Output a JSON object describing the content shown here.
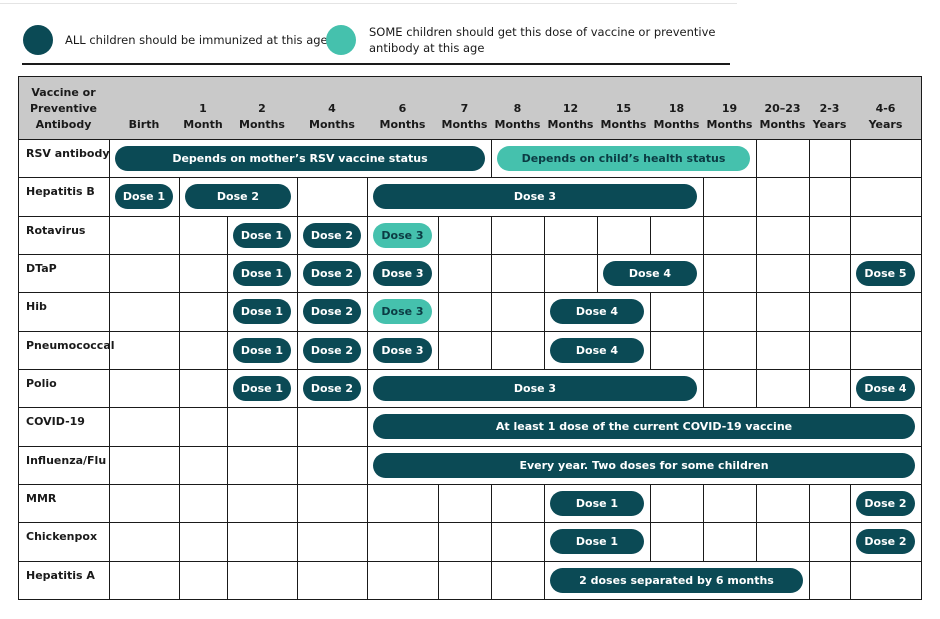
{
  "legend": {
    "all": {
      "text": "ALL children should be immunized at this age.",
      "color": "#0b4a55"
    },
    "some": {
      "text_line1": "SOME children should get this dose of vaccine or preventive",
      "text_line2": "antibody at this age",
      "color": "#45c1ad"
    }
  },
  "header": {
    "first_col": [
      "Vaccine or",
      "Preventive",
      "Antibody"
    ],
    "columns": [
      [
        "Birth"
      ],
      [
        "1",
        "Month"
      ],
      [
        "2",
        "Months"
      ],
      [
        "4",
        "Months"
      ],
      [
        "6",
        "Months"
      ],
      [
        "7",
        "Months"
      ],
      [
        "8",
        "Months"
      ],
      [
        "12",
        "Months"
      ],
      [
        "15",
        "Months"
      ],
      [
        "18",
        "Months"
      ],
      [
        "19",
        "Months"
      ],
      [
        "20–23",
        "Months"
      ],
      [
        "2-3",
        "Years"
      ],
      [
        "4-6",
        "Years"
      ]
    ]
  },
  "rows": [
    {
      "name": "RSV antibody",
      "pills": [
        {
          "label": "Depends on mother’s RSV vaccine status",
          "type": "all",
          "start": 0,
          "end": 5
        },
        {
          "label": "Depends on child’s health status",
          "type": "some",
          "start": 6,
          "end": 10
        }
      ]
    },
    {
      "name": "Hepatitis B",
      "pills": [
        {
          "label": "Dose 1",
          "type": "all",
          "start": 0,
          "end": 0
        },
        {
          "label": "Dose 2",
          "type": "all",
          "start": 1,
          "end": 2
        },
        {
          "label": "Dose 3",
          "type": "all",
          "start": 4,
          "end": 9
        }
      ]
    },
    {
      "name": "Rotavirus",
      "pills": [
        {
          "label": "Dose 1",
          "type": "all",
          "start": 2,
          "end": 2
        },
        {
          "label": "Dose 2",
          "type": "all",
          "start": 3,
          "end": 3
        },
        {
          "label": "Dose 3",
          "type": "some",
          "start": 4,
          "end": 4
        }
      ]
    },
    {
      "name": "DTaP",
      "pills": [
        {
          "label": "Dose 1",
          "type": "all",
          "start": 2,
          "end": 2
        },
        {
          "label": "Dose 2",
          "type": "all",
          "start": 3,
          "end": 3
        },
        {
          "label": "Dose 3",
          "type": "all",
          "start": 4,
          "end": 4
        },
        {
          "label": "Dose 4",
          "type": "all",
          "start": 8,
          "end": 9
        },
        {
          "label": "Dose 5",
          "type": "all",
          "start": 13,
          "end": 13
        }
      ]
    },
    {
      "name": "Hib",
      "pills": [
        {
          "label": "Dose 1",
          "type": "all",
          "start": 2,
          "end": 2
        },
        {
          "label": "Dose 2",
          "type": "all",
          "start": 3,
          "end": 3
        },
        {
          "label": "Dose 3",
          "type": "some",
          "start": 4,
          "end": 4
        },
        {
          "label": "Dose 4",
          "type": "all",
          "start": 7,
          "end": 8
        }
      ]
    },
    {
      "name": "Pneumococcal",
      "pills": [
        {
          "label": "Dose 1",
          "type": "all",
          "start": 2,
          "end": 2
        },
        {
          "label": "Dose 2",
          "type": "all",
          "start": 3,
          "end": 3
        },
        {
          "label": "Dose 3",
          "type": "all",
          "start": 4,
          "end": 4
        },
        {
          "label": "Dose 4",
          "type": "all",
          "start": 7,
          "end": 8
        }
      ]
    },
    {
      "name": "Polio",
      "pills": [
        {
          "label": "Dose 1",
          "type": "all",
          "start": 2,
          "end": 2
        },
        {
          "label": "Dose 2",
          "type": "all",
          "start": 3,
          "end": 3
        },
        {
          "label": "Dose 3",
          "type": "all",
          "start": 4,
          "end": 9
        },
        {
          "label": "Dose 4",
          "type": "all",
          "start": 13,
          "end": 13
        }
      ]
    },
    {
      "name": "COVID-19",
      "pills": [
        {
          "label": "At least 1 dose of the current COVID-19 vaccine",
          "type": "all",
          "start": 4,
          "end": 13
        }
      ]
    },
    {
      "name": "Influenza/Flu",
      "pills": [
        {
          "label": "Every year. Two doses for some children",
          "type": "all",
          "start": 4,
          "end": 13
        }
      ]
    },
    {
      "name": "MMR",
      "pills": [
        {
          "label": "Dose 1",
          "type": "all",
          "start": 7,
          "end": 8
        },
        {
          "label": "Dose 2",
          "type": "all",
          "start": 13,
          "end": 13
        }
      ]
    },
    {
      "name": "Chickenpox",
      "pills": [
        {
          "label": "Dose 1",
          "type": "all",
          "start": 7,
          "end": 8
        },
        {
          "label": "Dose 2",
          "type": "all",
          "start": 13,
          "end": 13
        }
      ]
    },
    {
      "name": "Hepatitis A",
      "pills": [
        {
          "label": "2 doses separated by 6 months",
          "type": "all",
          "start": 7,
          "end": 11
        }
      ]
    }
  ]
}
